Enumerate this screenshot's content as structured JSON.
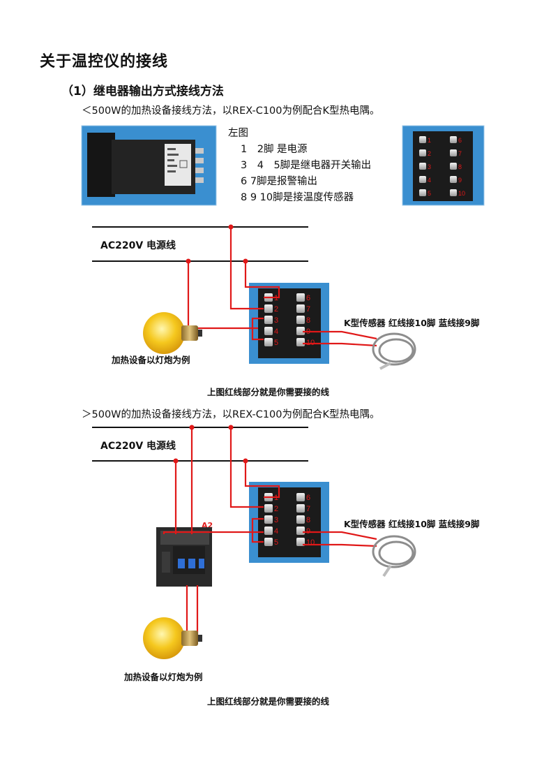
{
  "title": "关于温控仪的接线",
  "subtitle": "（1）继电器输出方式接线方法",
  "intro_small": "＜500W的加热设备接线方法，以REX-C100为例配合K型热电隅。",
  "intro_large": "＞500W的加热设备接线方法，以REX-C100为例配合K型热电隅。",
  "legend": {
    "heading": "左图",
    "items": [
      "1　2脚 是电源",
      "3　4　5脚是继电器开关输出",
      "6 7脚是报警输出",
      "8 9 10脚是接温度传感器"
    ]
  },
  "terminal_numbers": {
    "left": [
      "1",
      "2",
      "3",
      "4",
      "5"
    ],
    "right": [
      "6",
      "7",
      "8",
      "9",
      "10"
    ]
  },
  "diagram1": {
    "power_label": "AC220V 电源线",
    "sensor_label": "K型传感器 红线接10脚 蓝线接9脚",
    "heater_label": "加热设备以灯炮为例",
    "caption": "上图红线部分就是你需要接的线"
  },
  "diagram2": {
    "power_label": "AC220V 电源线",
    "sensor_label": "K型传感器 红线接10脚 蓝线接9脚",
    "heater_label": "加热设备以灯炮为例",
    "contactor_label": "A2",
    "caption": "上图红线部分就是你需要接的线"
  },
  "colors": {
    "wire": "#e01818",
    "photo_bg": "#2f86c9",
    "base_dark": "#1b1b1b",
    "bulb": "#f2c21a"
  }
}
